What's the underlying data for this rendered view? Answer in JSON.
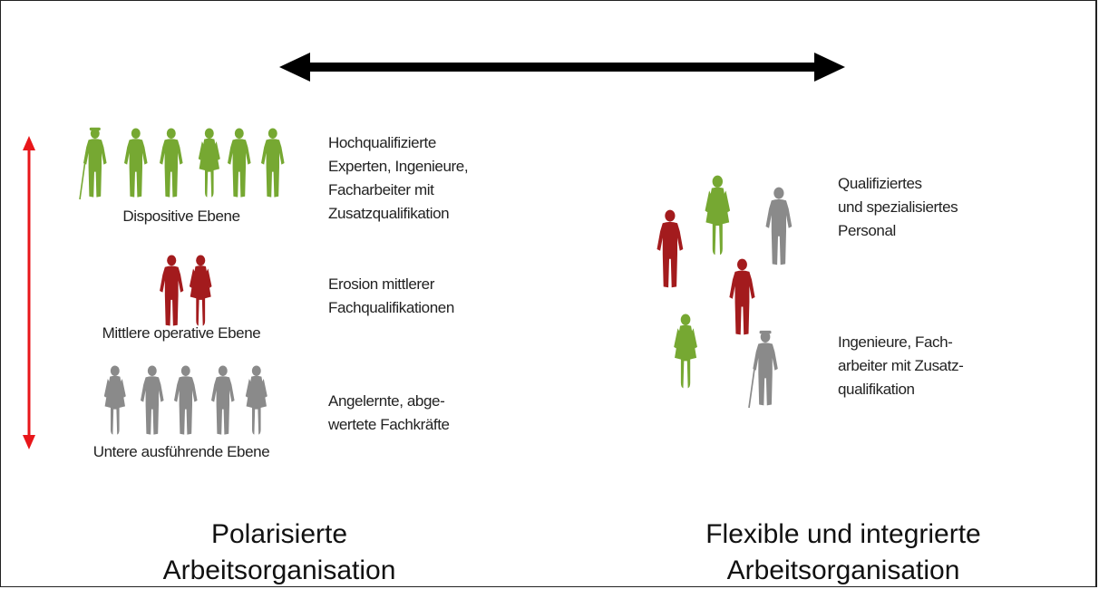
{
  "colors": {
    "green": "#76a832",
    "red": "#a31b1d",
    "gray": "#8a8a8a",
    "arrow_black": "#000000",
    "arrow_red": "#e8161a"
  },
  "left": {
    "levels": [
      {
        "label": "Dispositive Ebene",
        "color": "green",
        "people": 6,
        "description": [
          "Hochqualifizierte",
          "Experten, Ingenieure,",
          "Facharbeiter mit",
          "Zusatzqualifikation"
        ]
      },
      {
        "label": "Mittlere operative Ebene",
        "color": "red",
        "people": 2,
        "description": [
          "Erosion mittlerer",
          "Fachqualifikationen"
        ]
      },
      {
        "label": "Untere ausführende Ebene",
        "color": "gray",
        "people": 5,
        "description": [
          "Angelernte, abge-",
          "wertete Fachkräfte"
        ]
      }
    ],
    "title": [
      "Polarisierte",
      "Arbeitsorganisation"
    ]
  },
  "right": {
    "description_top": [
      "Qualifiziertes",
      "und spezialisiertes",
      "Personal"
    ],
    "description_bottom": [
      "Ingenieure, Fach-",
      "arbeiter mit Zusatz-",
      "qualifikation"
    ],
    "title": [
      "Flexible und integrierte",
      "Arbeitsorganisation"
    ]
  }
}
